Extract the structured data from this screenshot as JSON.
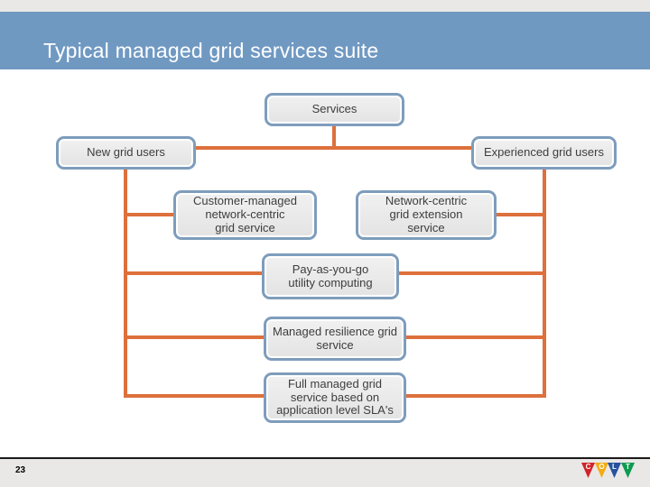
{
  "slide": {
    "title": "Typical managed grid services suite",
    "page_number": "23"
  },
  "theme": {
    "header_color": "#7099c2",
    "title_color": "#ffffff",
    "strip_color": "#e9e8e6",
    "connector_color": "#dd703c",
    "node_border_color": "#7e9dbc",
    "node_fill_color": "#e9e9e9",
    "node_text_color": "#3d3d3d"
  },
  "diagram": {
    "nodes": [
      {
        "id": "services",
        "label": "Services"
      },
      {
        "id": "new-grid-users",
        "label": "New grid users"
      },
      {
        "id": "experienced-grid-users",
        "label": "Experienced grid users"
      },
      {
        "id": "customer-managed",
        "label": "Customer-managed\nnetwork-centric\ngrid service"
      },
      {
        "id": "network-centric-ext",
        "label": "Network-centric\ngrid extension\nservice"
      },
      {
        "id": "pay-as-you-go",
        "label": "Pay-as-you-go\nutility computing"
      },
      {
        "id": "managed-resilience",
        "label": "Managed resilience grid\nservice"
      },
      {
        "id": "full-managed",
        "label": "Full managed grid\nservice based on\napplication level SLA's"
      }
    ],
    "edges": [
      {
        "from": "services",
        "to": "new-grid-users"
      },
      {
        "from": "services",
        "to": "experienced-grid-users"
      },
      {
        "from": "new-grid-users",
        "to": "customer-managed"
      },
      {
        "from": "new-grid-users",
        "to": "pay-as-you-go"
      },
      {
        "from": "new-grid-users",
        "to": "managed-resilience"
      },
      {
        "from": "new-grid-users",
        "to": "full-managed"
      },
      {
        "from": "experienced-grid-users",
        "to": "network-centric-ext"
      },
      {
        "from": "experienced-grid-users",
        "to": "pay-as-you-go"
      },
      {
        "from": "experienced-grid-users",
        "to": "managed-resilience"
      },
      {
        "from": "experienced-grid-users",
        "to": "full-managed"
      }
    ]
  },
  "logo": {
    "name": "COLT",
    "letters": [
      {
        "char": "C",
        "color": "#d2232a"
      },
      {
        "char": "O",
        "color": "#f3ac15"
      },
      {
        "char": "L",
        "color": "#28519e"
      },
      {
        "char": "T",
        "color": "#0b9a4f"
      }
    ]
  }
}
